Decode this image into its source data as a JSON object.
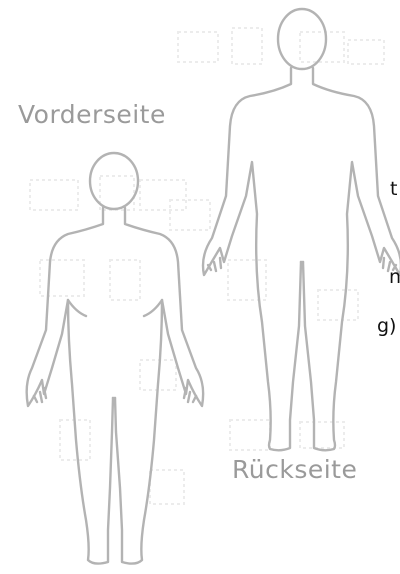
{
  "labels": {
    "front": "Vorderseite",
    "back": "Rückseite"
  },
  "clipped_text": {
    "line1": "t",
    "line2": "n",
    "line3": "g)"
  },
  "colors": {
    "outline": "#b3b3b3",
    "label": "#9a9a9a",
    "pattern": "#ececec"
  }
}
